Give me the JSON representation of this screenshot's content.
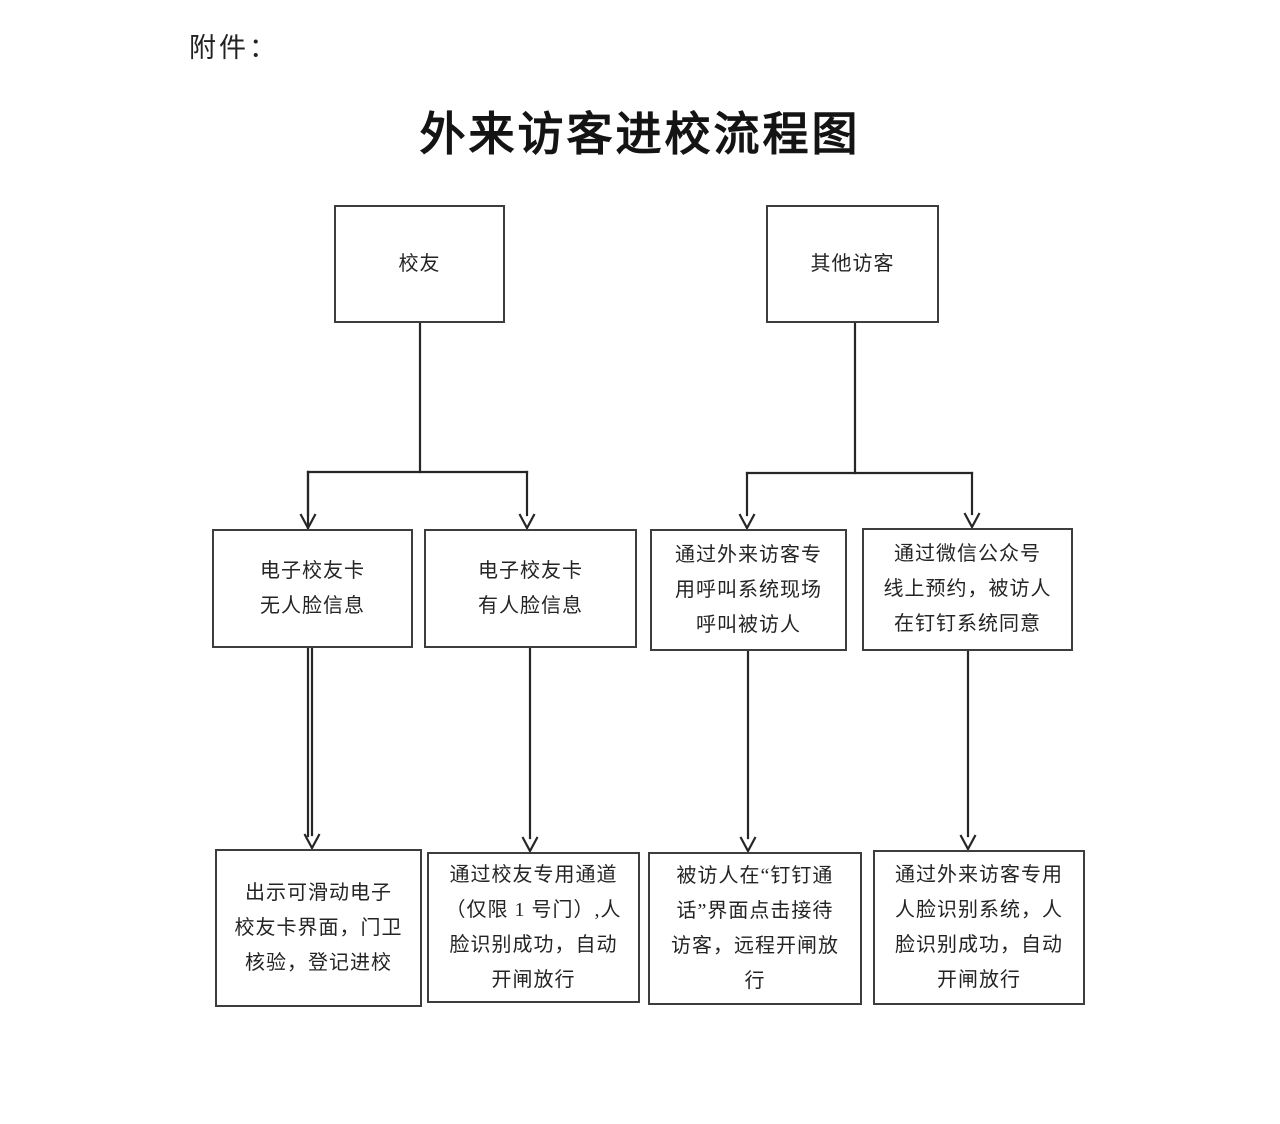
{
  "page": {
    "attachment_label": "附件：",
    "title": "外来访客进校流程图"
  },
  "flowchart": {
    "top_nodes": [
      {
        "id": "alumni",
        "lines": [
          "校友"
        ]
      },
      {
        "id": "other-visitors",
        "lines": [
          "其他访客"
        ]
      }
    ],
    "middle_nodes": [
      {
        "id": "ecard-no-face",
        "lines": [
          "电子校友卡",
          "无人脸信息"
        ]
      },
      {
        "id": "ecard-with-face",
        "lines": [
          "电子校友卡",
          "有人脸信息"
        ]
      },
      {
        "id": "call-system",
        "lines": [
          "通过外来访客专",
          "用呼叫系统现场",
          "呼叫被访人"
        ]
      },
      {
        "id": "wechat-booking",
        "lines": [
          "通过微信公众号",
          "线上预约，被访人",
          "在钉钉系统同意"
        ]
      }
    ],
    "bottom_nodes": [
      {
        "id": "show-card",
        "lines": [
          "出示可滑动电子",
          "校友卡界面，门卫",
          "核验，登记进校"
        ]
      },
      {
        "id": "alumni-channel",
        "lines": [
          "通过校友专用通道",
          "（仅限 1 号门）,人",
          "脸识别成功，自动",
          "开闸放行"
        ]
      },
      {
        "id": "dingtalk-call",
        "lines": [
          "被访人在“钉钉通",
          "话”界面点击接待",
          "访客，远程开闸放",
          "行"
        ]
      },
      {
        "id": "face-system",
        "lines": [
          "通过外来访客专用",
          "人脸识别系统，人",
          "脸识别成功，自动",
          "开闸放行"
        ]
      }
    ]
  },
  "colors": {
    "background": "#ffffff",
    "text": "#1f1f1f",
    "box_border": "#3d3d3d",
    "connector": "#262626"
  }
}
